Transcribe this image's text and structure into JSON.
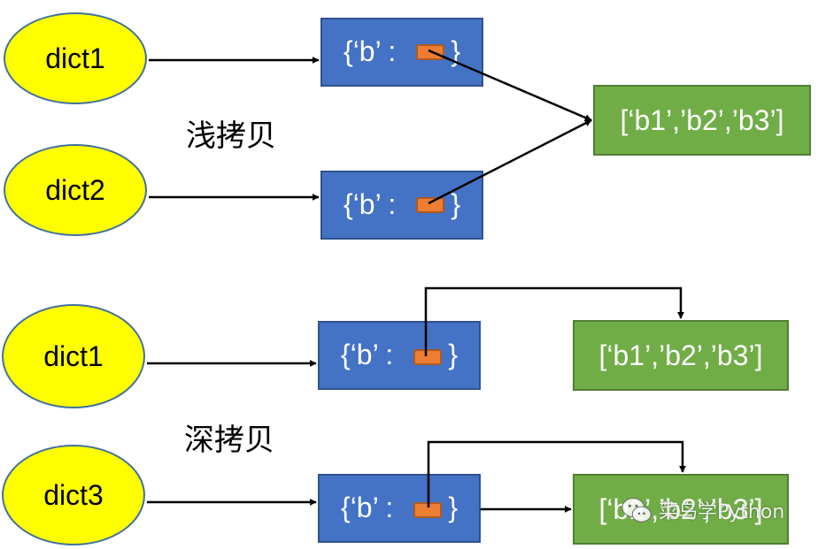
{
  "shallow": {
    "label": "浅拷贝",
    "var1": "dict1",
    "var2": "dict2",
    "dict_open": "{‘b’ :",
    "dict_close": "}",
    "list": "[‘b1’,’b2’,’b3’]"
  },
  "deep": {
    "label": "深拷贝",
    "var1": "dict1",
    "var2": "dict3",
    "dict_open": "{‘b’ :",
    "dict_close": "}",
    "list1": "[‘b1’,’b2’,’b3’]",
    "list2": "[‘b1’,’b2’,’b3’]"
  },
  "watermark": {
    "text": "菜鸟学Python",
    "icon": "wechat-icon"
  },
  "colors": {
    "ellipse_fill": "#ffff00",
    "ellipse_border": "#41719c",
    "dict_fill": "#4472c4",
    "ref_fill": "#ed7d31",
    "list_fill": "#70ad47",
    "arrow": "#000000"
  }
}
